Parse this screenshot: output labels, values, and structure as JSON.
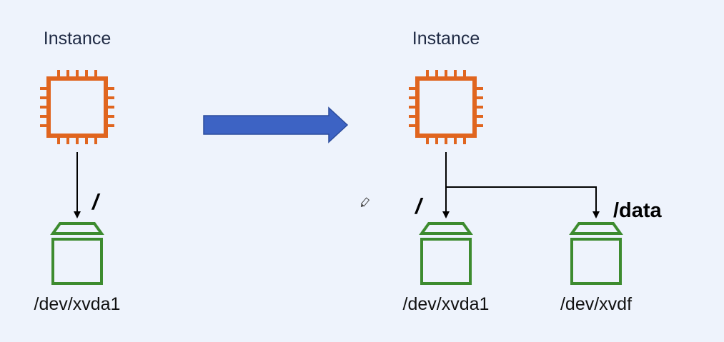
{
  "colors": {
    "background": "#eef3fc",
    "chip": "#e0651f",
    "volume": "#3d8b2f",
    "arrow_fill": "#3d63c4",
    "arrow_stroke": "#2c4c9c",
    "connector": "#000000",
    "text": "#1f2a44"
  },
  "before": {
    "instance": {
      "title": "Instance",
      "icon": "cpu-chip-icon"
    },
    "volume": {
      "device": "/dev/xvda1",
      "mount": "/",
      "icon": "ebs-volume-icon"
    }
  },
  "transition": {
    "icon": "right-arrow-icon"
  },
  "after": {
    "instance": {
      "title": "Instance",
      "icon": "cpu-chip-icon"
    },
    "volumes": [
      {
        "device": "/dev/xvda1",
        "mount": "/",
        "icon": "ebs-volume-icon"
      },
      {
        "device": "/dev/xvdf",
        "mount": "/data",
        "icon": "ebs-volume-icon"
      }
    ]
  },
  "cursor": {
    "icon": "pencil-cursor-icon"
  }
}
